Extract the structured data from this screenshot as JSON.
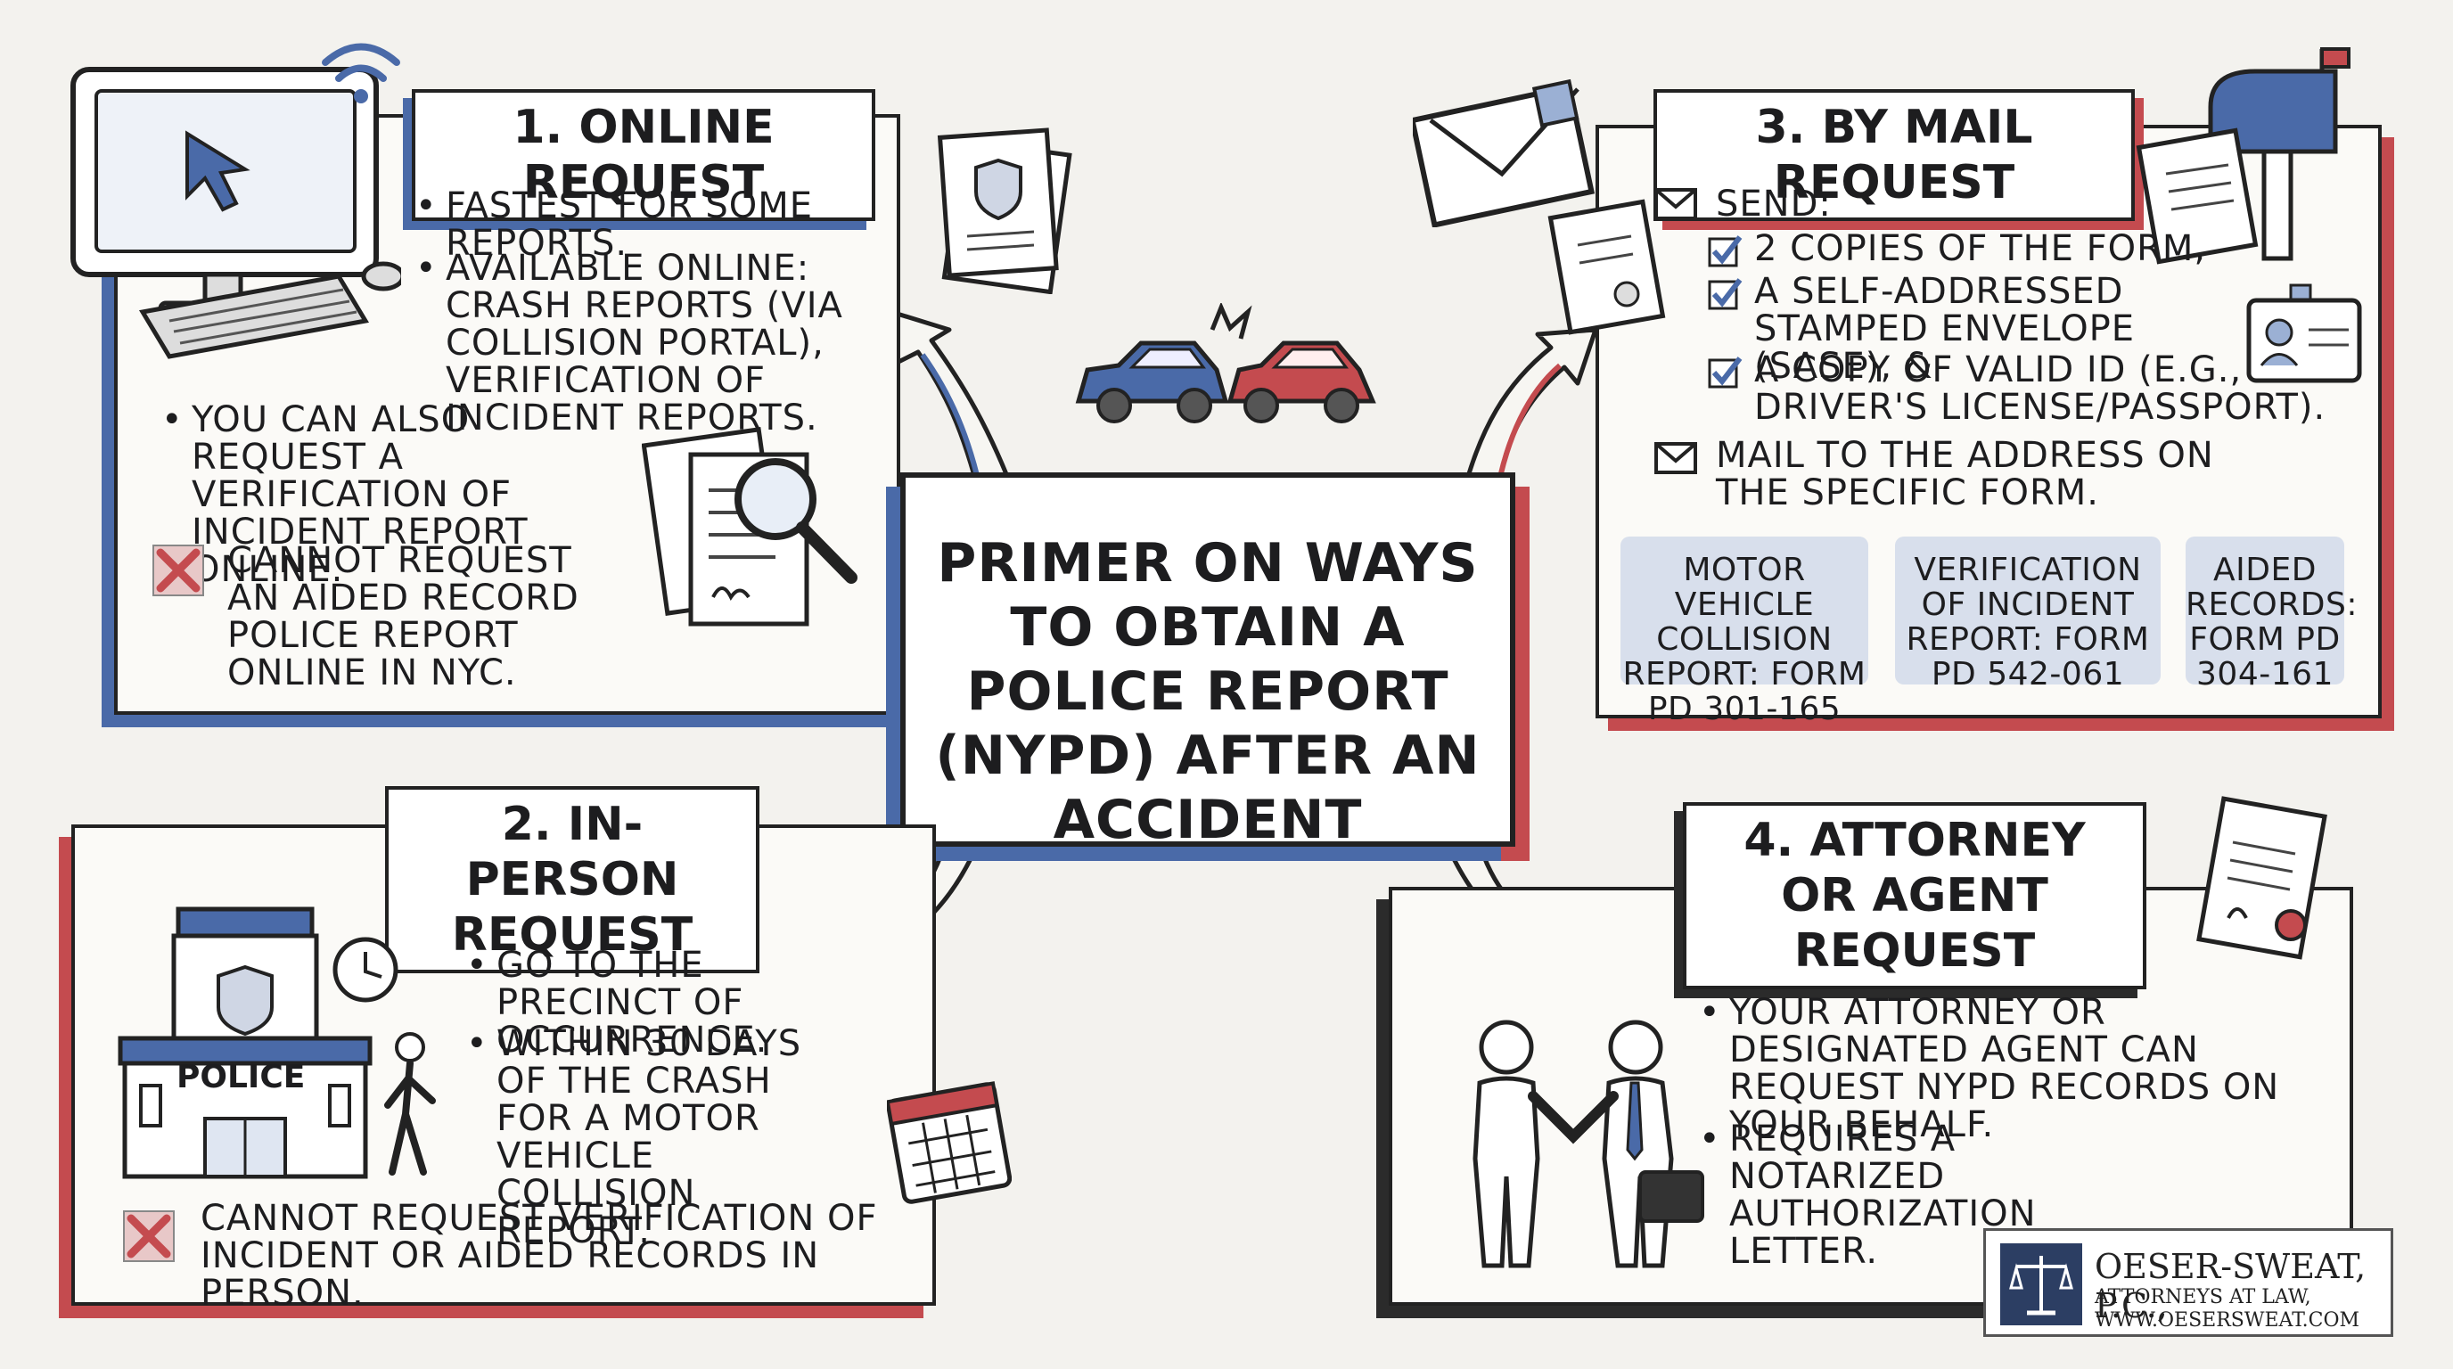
{
  "center": {
    "title": "PRIMER ON WAYS TO OBTAIN A POLICE REPORT (NYPD) AFTER AN ACCIDENT"
  },
  "online": {
    "title": "1. ONLINE REQUEST",
    "bullets": [
      "FASTEST FOR SOME REPORTS.",
      "AVAILABLE ONLINE: CRASH REPORTS (VIA COLLISION PORTAL), VERIFICATION OF INCIDENT REPORTS.",
      "YOU CAN ALSO REQUEST A VERIFICATION OF INCIDENT REPORT ONLINE."
    ],
    "cannot": "CANNOT REQUEST AN AIDED RECORD POLICE REPORT ONLINE IN NYC."
  },
  "in_person": {
    "title": "2. IN-PERSON REQUEST",
    "bullets": [
      "GO TO THE PRECINCT OF OCCURRENCE.",
      "WITHIN 30 DAYS OF THE CRASH FOR A MOTOR VEHICLE COLLISION REPORT."
    ],
    "cannot": "CANNOT REQUEST VERIFICATION OF INCIDENT OR AIDED RECORDS IN PERSON.",
    "police_sign": "POLICE"
  },
  "mail": {
    "title": "3. BY MAIL REQUEST",
    "send_label": "SEND:",
    "checklist": [
      "2 COPIES OF THE FORM,",
      "A SELF-ADDRESSED STAMPED ENVELOPE (SASE), &",
      "A COPY OF VALID ID (E.G., DRIVER'S LICENSE/PASSPORT)."
    ],
    "mail_to": "MAIL TO THE ADDRESS ON THE SPECIFIC FORM.",
    "forms": [
      "MOTOR VEHICLE COLLISION REPORT: FORM PD 301-165",
      "VERIFICATION OF INCIDENT REPORT: FORM PD 542-061",
      "AIDED RECORDS: FORM PD 304-161"
    ]
  },
  "attorney": {
    "title": "4. ATTORNEY OR AGENT REQUEST",
    "bullets": [
      "YOUR ATTORNEY OR DESIGNATED AGENT CAN REQUEST NYPD RECORDS ON YOUR BEHALF.",
      "REQUIRES A NOTARIZED AUTHORIZATION LETTER."
    ]
  },
  "brand": {
    "name": "OESER-SWEAT, P.C.,",
    "line1": "ATTORNEYS AT LAW,",
    "line2": "WWW.OESERSWEAT.COM"
  },
  "colors": {
    "blue": "#4a6aa8",
    "red": "#c44b4f",
    "dark": "#2b2b2b",
    "form_bg": "#d8dfec"
  }
}
